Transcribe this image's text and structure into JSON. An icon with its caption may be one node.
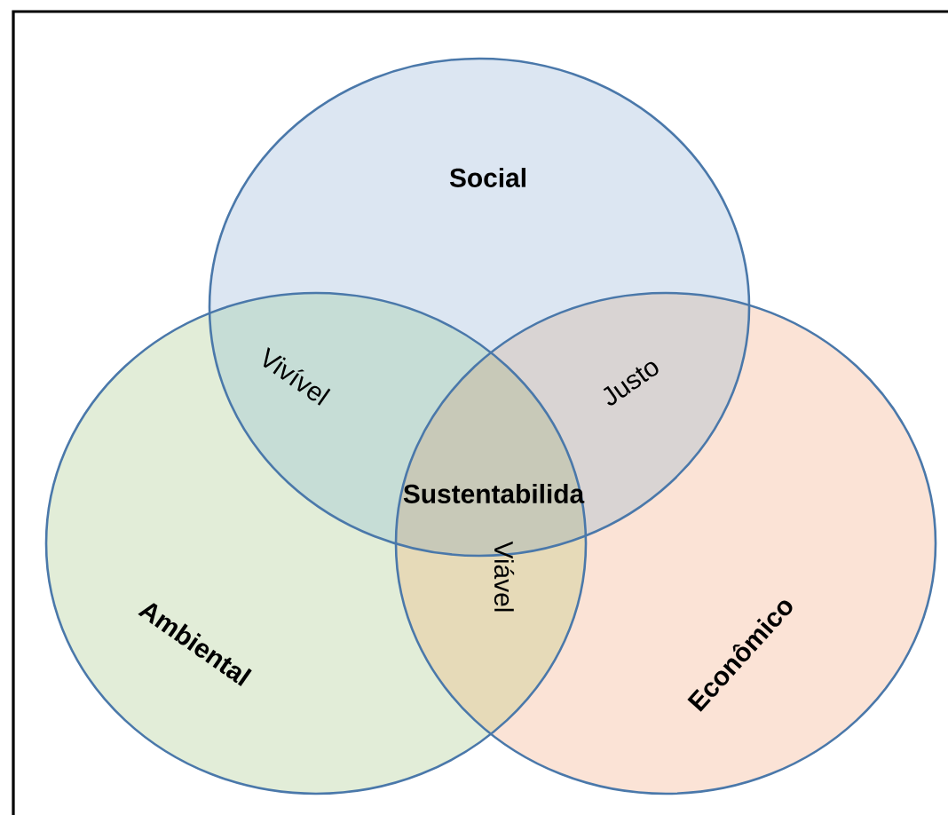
{
  "diagram": {
    "nodes": [
      {
        "text": [
          "Social"
        ]
      },
      {
        "text": [
          "Ambiental"
        ]
      },
      {
        "text": [
          "Econômico"
        ]
      }
    ],
    "labels": [
      "Vivível",
      "Justo",
      "Sustentabilida",
      "Viável"
    ]
  }
}
